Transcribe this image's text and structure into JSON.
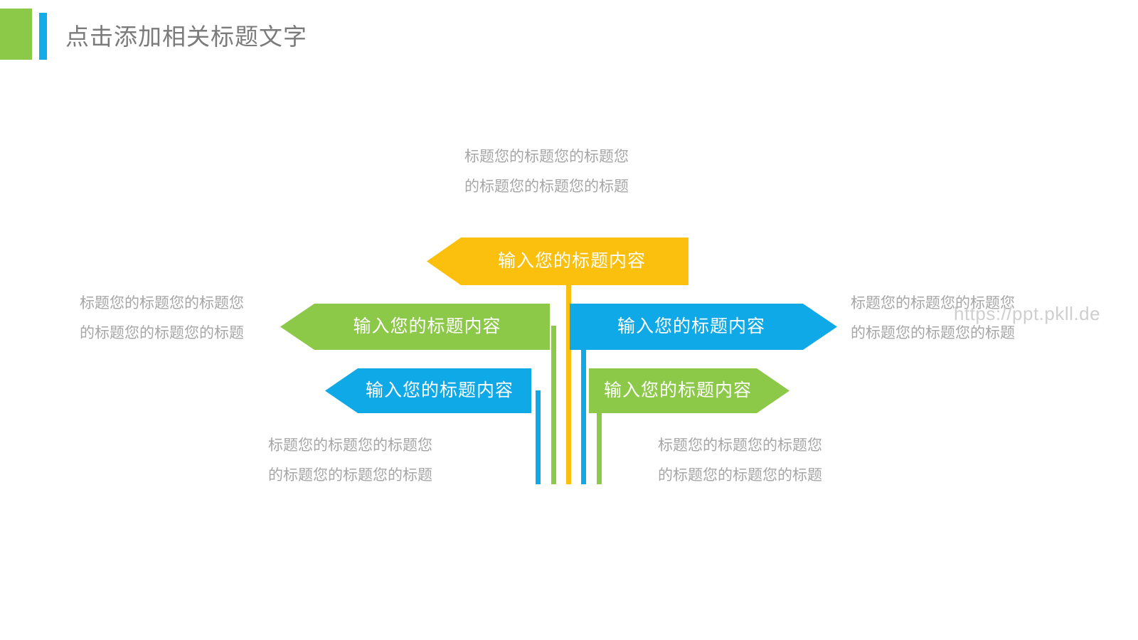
{
  "header": {
    "title": "点击添加相关标题文字",
    "green_block": "#8CC949",
    "blue_bar": "#12ACE9",
    "title_color": "#7B7B7B"
  },
  "colors": {
    "green": "#8CC949",
    "blue": "#0FA9E7",
    "yellow": "#FBC00D",
    "text_gray": "#A6A6A6",
    "title_gray": "#7B7B7B",
    "watermark_gray": "#CFCFCF",
    "background": "#FFFFFF"
  },
  "banners": [
    {
      "id": "top",
      "label": "输入您的标题内容",
      "color": "#FBC00D",
      "direction": "left-point",
      "stem_color": "#FBC00D"
    },
    {
      "id": "mid-left",
      "label": "输入您的标题内容",
      "color": "#8CC949",
      "direction": "left-point",
      "stem_color": "#8CC949"
    },
    {
      "id": "mid-right",
      "label": "输入您的标题内容",
      "color": "#0FA9E7",
      "direction": "right-point",
      "stem_color": "#0FA9E7"
    },
    {
      "id": "low-left",
      "label": "输入您的标题内容",
      "color": "#0FA9E7",
      "direction": "left-point",
      "stem_color": "#0FA9E7"
    },
    {
      "id": "low-right",
      "label": "输入您的标题内容",
      "color": "#8CC949",
      "direction": "right-point",
      "stem_color": "#8CC949"
    }
  ],
  "descriptions": [
    {
      "id": "top",
      "line1": "标题您的标题您的标题您",
      "line2": "的标题您的标题您的标题"
    },
    {
      "id": "left",
      "line1": "标题您的标题您的标题您",
      "line2": "的标题您的标题您的标题"
    },
    {
      "id": "right",
      "line1": "标题您的标题您的标题您",
      "line2": "的标题您的标题您的标题"
    },
    {
      "id": "bottom-left",
      "line1": "标题您的标题您的标题您",
      "line2": "的标题您的标题您的标题"
    },
    {
      "id": "bottom-right",
      "line1": "标题您的标题您的标题您",
      "line2": "的标题您的标题您的标题"
    }
  ],
  "watermark": {
    "text": "https://ppt.pkll.de"
  }
}
